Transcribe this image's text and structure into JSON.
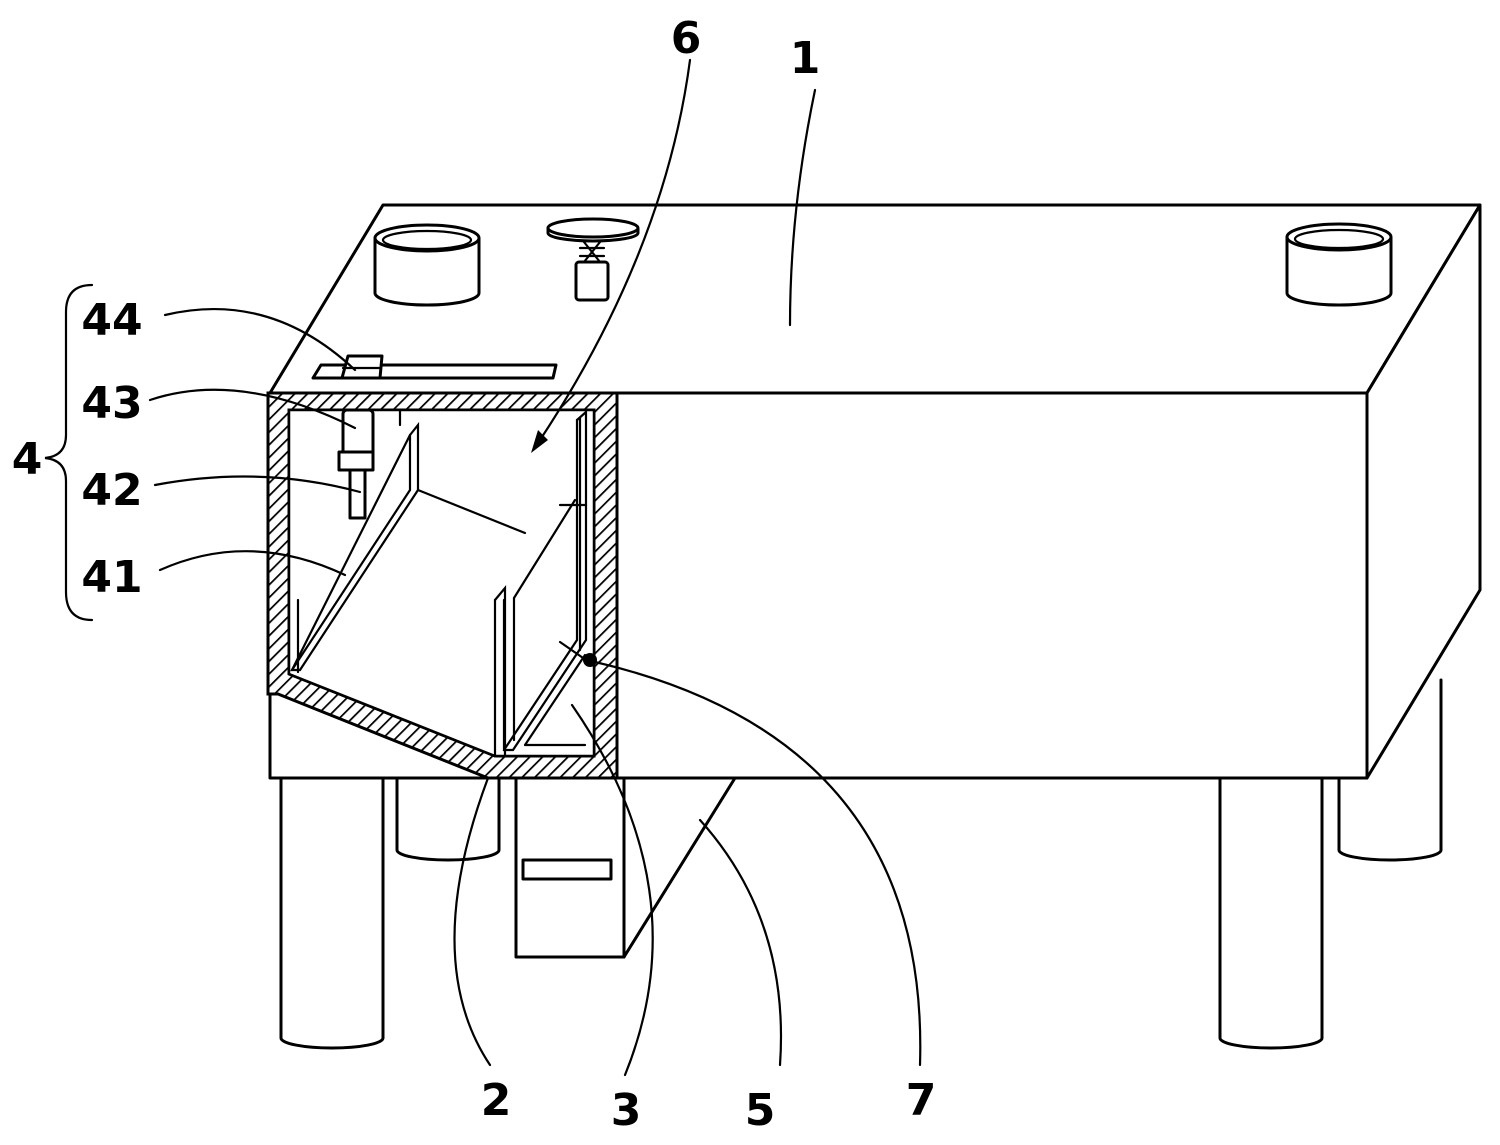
{
  "labels": {
    "l1": "1",
    "l2": "2",
    "l3": "3",
    "l4": "4",
    "l5": "5",
    "l6": "6",
    "l7": "7",
    "l41": "41",
    "l42": "42",
    "l43": "43",
    "l44": "44"
  },
  "colors": {
    "line": "#000000",
    "background": "#ffffff"
  }
}
